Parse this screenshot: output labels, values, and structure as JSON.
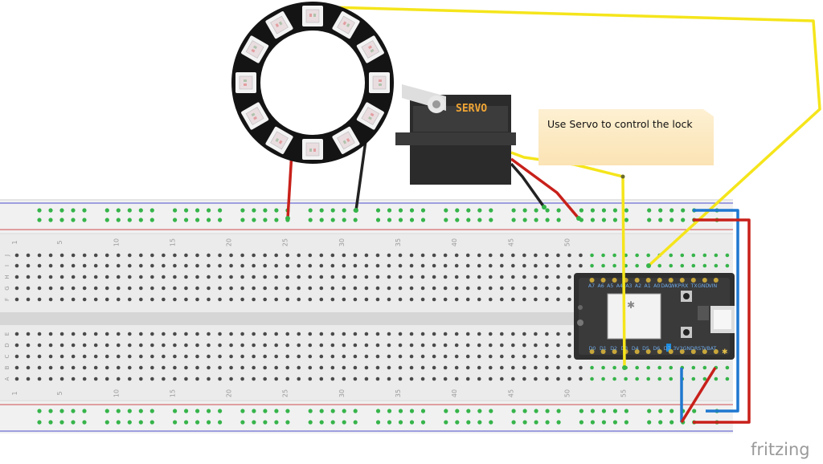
{
  "note": {
    "text": "Use Servo to control the lock"
  },
  "servo": {
    "label": "SERVO"
  },
  "watermark": {
    "text": "fritzing"
  },
  "breadboard": {
    "top_numbers": [
      "1",
      "5",
      "10",
      "15",
      "20",
      "25",
      "30",
      "35",
      "40",
      "45",
      "50"
    ],
    "bottom_numbers": [
      "1",
      "5",
      "10",
      "15",
      "20",
      "25",
      "30",
      "35",
      "40",
      "45",
      "50",
      "55"
    ],
    "rows_upper": [
      "J",
      "I",
      "H",
      "G",
      "F"
    ],
    "rows_lower": [
      "E",
      "D",
      "C",
      "B",
      "A"
    ]
  },
  "photon": {
    "top_pins": [
      "A7",
      "A6",
      "A5",
      "A4",
      "A3",
      "A2",
      "A1",
      "A0",
      "DAC",
      "WKP",
      "RX",
      "TX",
      "GND",
      "VIN"
    ],
    "bottom_pins": [
      "D0",
      "D1",
      "D2",
      "D3",
      "D4",
      "D5",
      "D6",
      "D7",
      "3V3",
      "GND",
      "RST",
      "VBAT"
    ]
  },
  "colors": {
    "yellow_wire": "#f5e51b",
    "red_wire": "#c8201a",
    "blue_wire": "#1f78d0",
    "black_wire": "#222222",
    "hole_green": "#36b44a",
    "hole_dark": "#4a4a4a"
  }
}
